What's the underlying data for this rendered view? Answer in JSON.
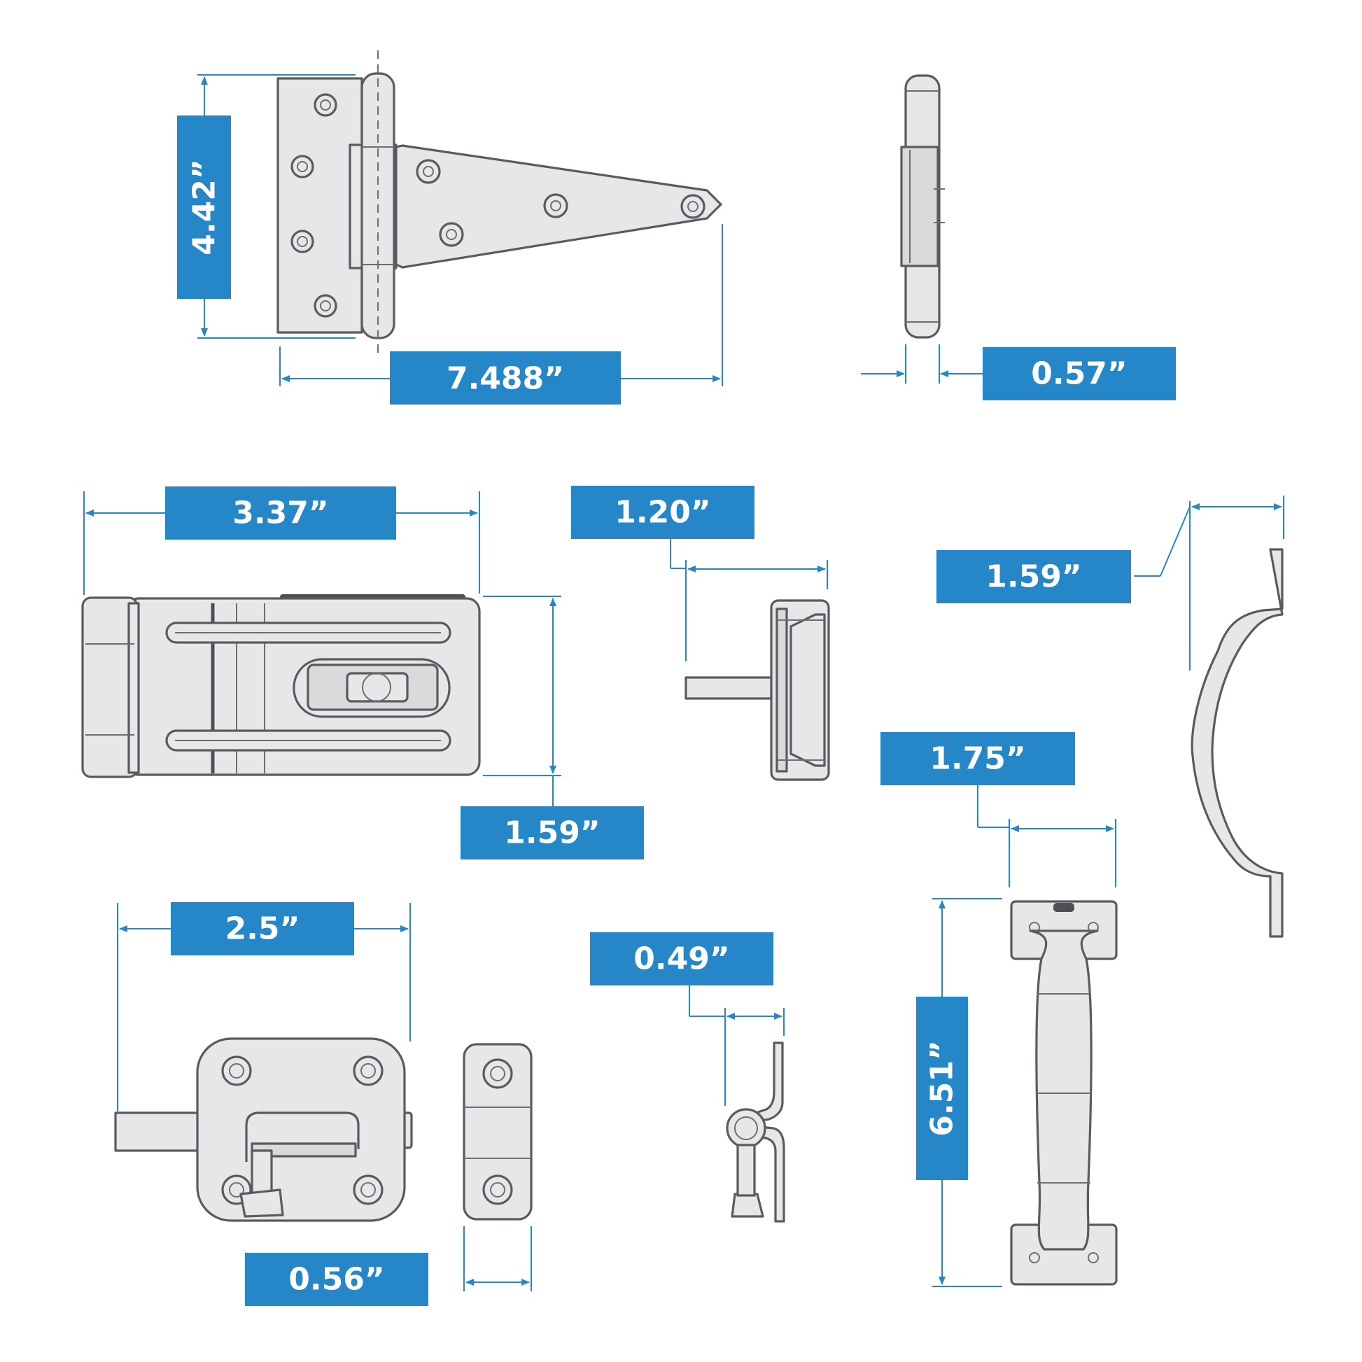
{
  "colors": {
    "dimension_blue": "#2587c8",
    "part_fill": "#e6e7e9",
    "part_stroke": "#5b5b5f",
    "background": "#ffffff"
  },
  "dimensions": {
    "t_hinge_height": "4.42”",
    "t_hinge_length": "7.488”",
    "t_hinge_thickness": "0.57”",
    "hasp_length": "3.37”",
    "hasp_height": "1.59”",
    "staple_depth": "1.20”",
    "pull_handle_depth": "1.59”",
    "door_pull_width": "1.75”",
    "door_pull_height": "6.51”",
    "barrel_bolt_length": "2.5”",
    "strike_width": "0.56”",
    "gate_hook_depth": "0.49”"
  }
}
